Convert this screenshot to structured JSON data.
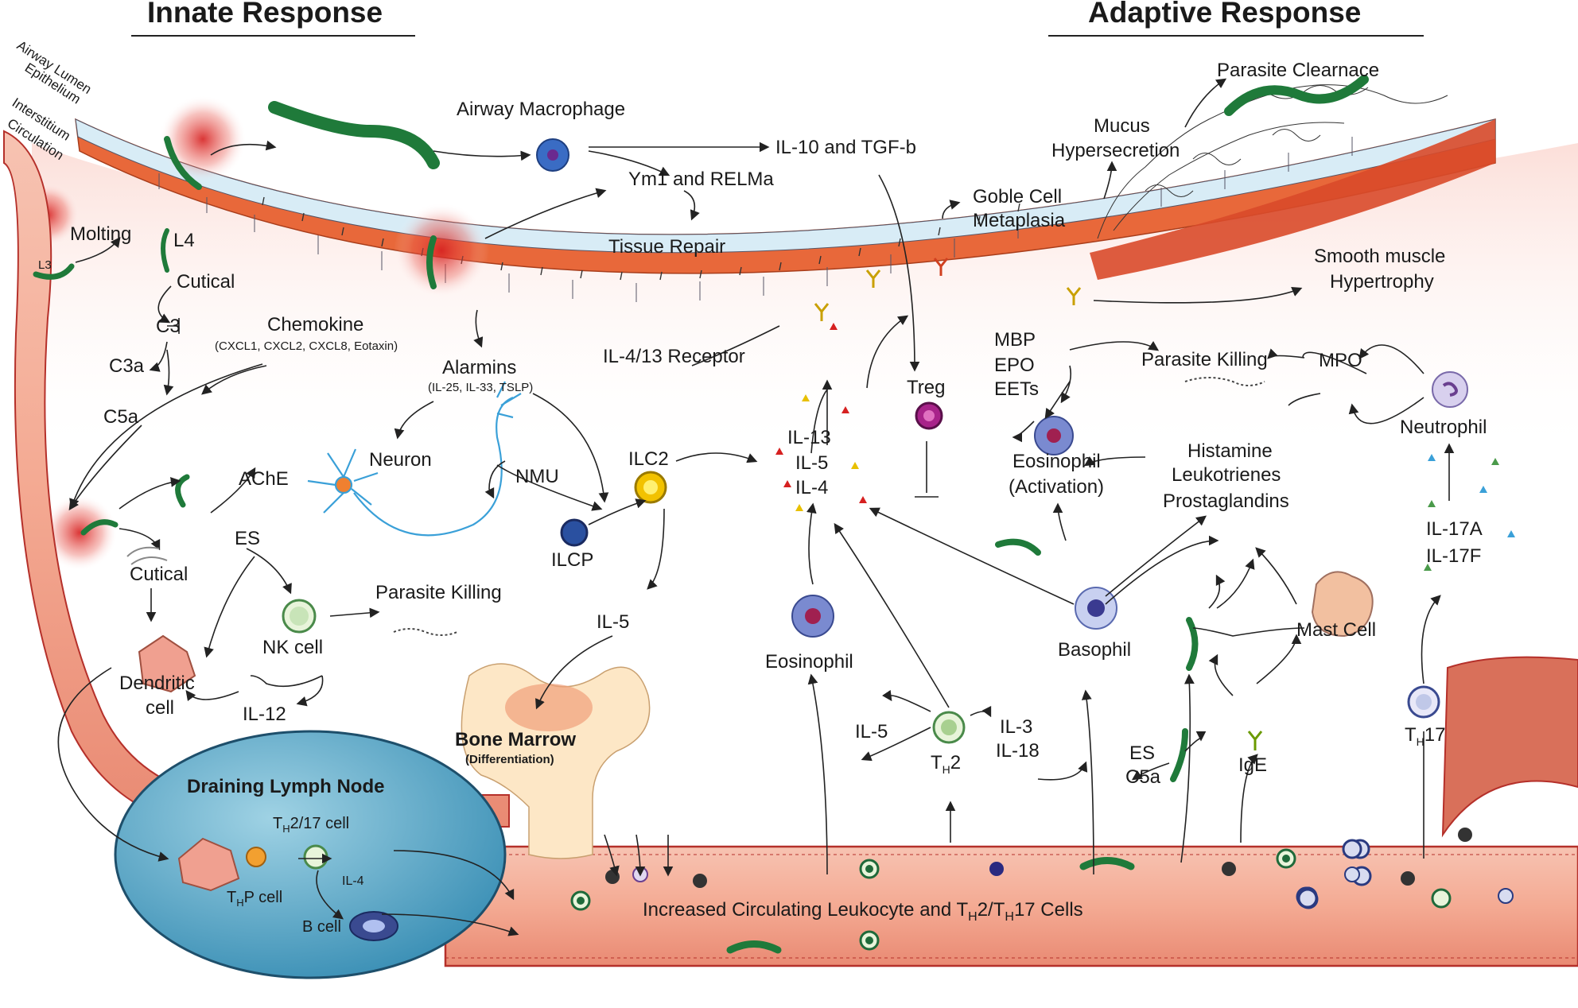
{
  "headers": {
    "innate": "Innate Response",
    "adaptive": "Adaptive Response"
  },
  "layers": [
    "Airway Lumen",
    "Epithelium",
    "Interstitium",
    "Circulation"
  ],
  "labels": {
    "airway_macrophage": "Airway Macrophage",
    "il10_tgfb": "IL-10 and TGF-b",
    "ym1_relma": "Ym1 and RELMa",
    "tissue_repair": "Tissue Repair",
    "parasite_clearance": "Parasite Clearnace",
    "mucus": "Mucus",
    "hypersecretion": "Hypersecretion",
    "goble": "Goble Cell",
    "metaplasia": "Metaplasia",
    "smooth_muscle": "Smooth muscle",
    "hypertrophy": "Hypertrophy",
    "molting": "Molting",
    "l4": "L4",
    "l3": "L3",
    "cutical_top": "Cutical",
    "c3": "C3",
    "c3a": "C3a",
    "c5a": "C5a",
    "chemokine": "Chemokine",
    "chemokine_list": "(CXCL1, CXCL2, CXCL8, Eotaxin)",
    "alarmins": "Alarmins",
    "alarmins_list": "(IL-25, IL-33, TSLP)",
    "receptor": "IL-4/13 Receptor",
    "il13": "IL-13",
    "il5_mid": "IL-5",
    "il4_mid": "IL-4",
    "treg": "Treg",
    "mbp": "MBP",
    "epo": "EPO",
    "eets": "EETs",
    "parasite_killing_right": "Parasite Killing",
    "mpo": "MPO",
    "neutrophil": "Neutrophil",
    "eosinophil_act": "Eosinophil",
    "activation": "(Activation)",
    "histamine": "Histamine",
    "leukotrienes": "Leukotrienes",
    "prostaglandins": "Prostaglandins",
    "il17a": "IL-17A",
    "il17f": "IL-17F",
    "ache": "AChE",
    "neuron": "Neuron",
    "nmu": "NMU",
    "ilc2": "ILC2",
    "ilcp": "ILCP",
    "es_left": "ES",
    "cutical_bottom": "Cutical",
    "nk_cell": "NK cell",
    "parasite_killing_left": "Parasite Killing",
    "dendritic": "Dendritic",
    "cell": "cell",
    "il12": "IL-12",
    "il5_lower": "IL-5",
    "bone_marrow": "Bone Marrow",
    "differentiation": "(Differentiation)",
    "eosinophil": "Eosinophil",
    "basophil": "Basophil",
    "mast_cell": "Mast Cell",
    "il5_th2": "IL-5",
    "th2": "T",
    "th2_sub": "H",
    "th2_suffix": "2",
    "il3": "IL-3",
    "il18": "IL-18",
    "es_right": "ES",
    "c5a_right": "C5a",
    "ige": "IgE",
    "th17": "T",
    "th17_sub": "H",
    "th17_suffix": "17",
    "draining_lymph_node": "Draining Lymph Node",
    "th2_17_cell_a": "T",
    "th2_17_cell_sub": "H",
    "th2_17_cell_b": "2/17 cell",
    "thp_cell_a": "T",
    "thp_cell_sub": "H",
    "thp_cell_b": "P cell",
    "il4_ln": "IL-4",
    "b_cell": "B cell",
    "circulating_a": "Increased Circulating Leukocyte and T",
    "circulating_sub1": "H",
    "circulating_b": "2/T",
    "circulating_sub2": "H",
    "circulating_c": "17 Cells"
  },
  "colors": {
    "epithelium": "#d8ecf6",
    "epithelium_red": "#e0401e",
    "tissue": "#e8683a",
    "vessel": "#f4b3a0",
    "vessel_edge": "#b5302a",
    "worm": "#1f7a3a",
    "lymph": "#5aaac8",
    "eosin": "#4a6db0",
    "neutrophil": "#6a3f8f",
    "treg": "#a8238a",
    "ilc2": "#f2c200",
    "neuron": "#3aa0d8",
    "inflam": "#d62020"
  }
}
